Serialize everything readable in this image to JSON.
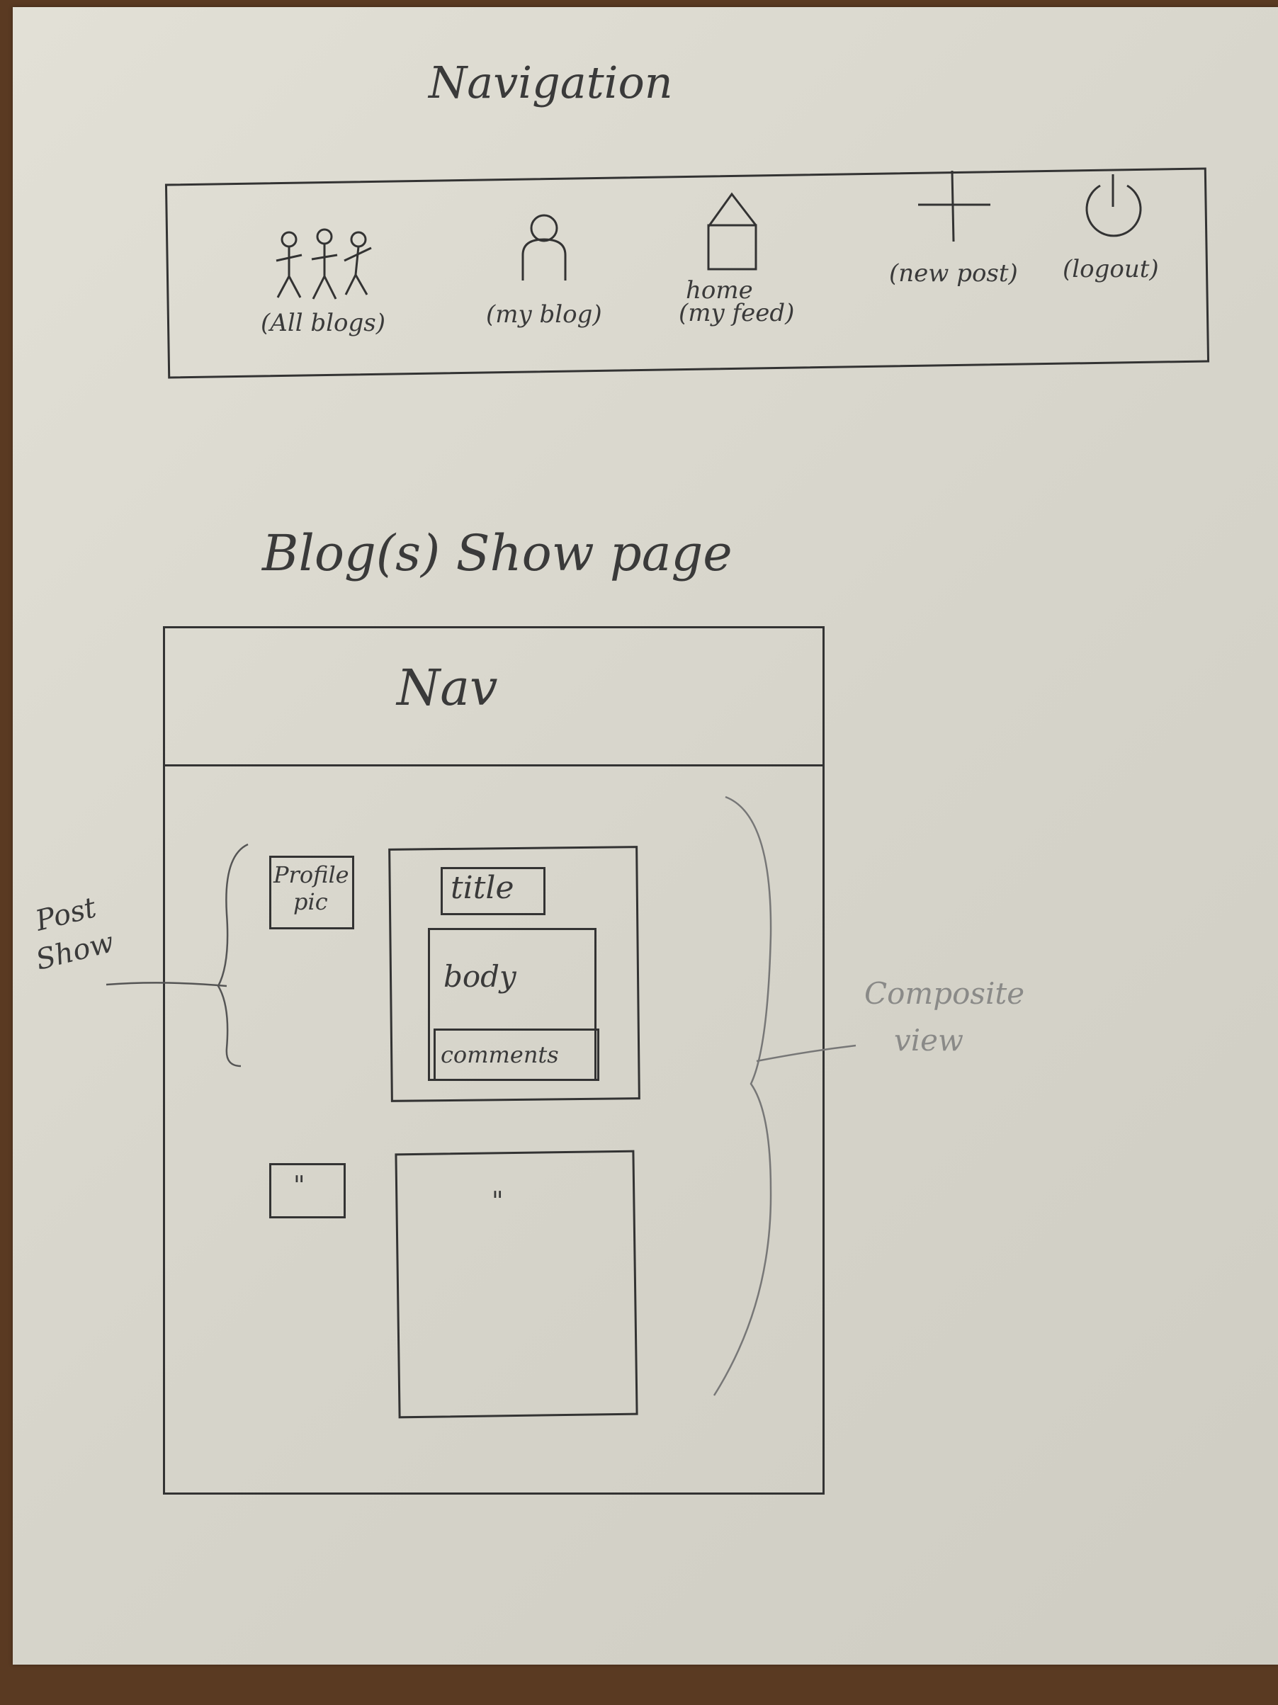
{
  "navigation": {
    "heading": "Navigation",
    "items": [
      {
        "icon": "people-icon",
        "label": "(All blogs)"
      },
      {
        "icon": "person-icon",
        "label": "(my blog)"
      },
      {
        "icon": "house-icon",
        "label": "home",
        "sublabel": "(my feed)"
      },
      {
        "icon": "plus-icon",
        "label": "(new post)"
      },
      {
        "icon": "power-icon",
        "label": "(logout)"
      }
    ]
  },
  "blog_show": {
    "heading": "Blog(s) Show page",
    "nav_label": "Nav",
    "post": {
      "profile_pic_line1": "Profile",
      "profile_pic_line2": "pic",
      "title": "title",
      "body": "body",
      "comments": "comments"
    },
    "repeat_marks": [
      "\"",
      "\""
    ],
    "annotations": {
      "post_show_line1": "Post",
      "post_show_line2": "Show",
      "composite_line1": "Composite",
      "composite_line2": "view"
    }
  },
  "colors": {
    "ink": "#333333",
    "pencil_light": "#8a8a88",
    "paper": "#dcdad0",
    "table": "#5a3a22"
  }
}
